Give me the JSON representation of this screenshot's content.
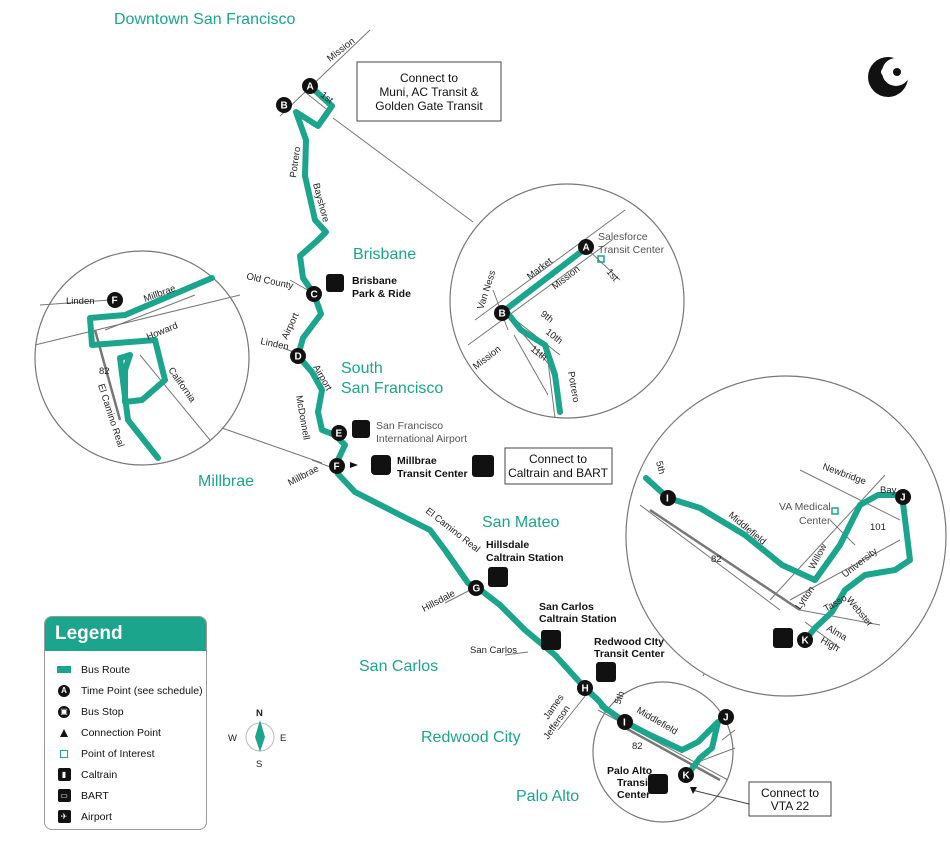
{
  "cities": {
    "sf": "Downtown San Francisco",
    "brisbane": "Brisbane",
    "ssf1": "South",
    "ssf2": "San Francisco",
    "millbrae": "Millbrae",
    "sanmateo": "San Mateo",
    "sancarlos": "San Carlos",
    "redwood": "Redwood City",
    "paloalto": "Palo Alto"
  },
  "streets": {
    "mission": "Mission",
    "first": "1st",
    "potrero": "Potrero",
    "bayshore": "Bayshore",
    "oldcounty": "Old County",
    "airport": "Airport",
    "linden": "Linden",
    "mcdonnell": "McDonnell",
    "millbrae": "Millbrae",
    "elcamino": "El Camino Real",
    "hillsdale": "Hillsdale",
    "sancarlos": "San Carlos",
    "james": "James",
    "jefferson": "Jefferson",
    "fifth": "5th",
    "middlefield": "Middlefield",
    "hwy82": "82",
    "hwy101": "101",
    "market": "Market",
    "vanness": "Van Ness",
    "ninth": "9th",
    "tenth": "10th",
    "eleventh": "11th",
    "howard": "Howard",
    "california": "California",
    "newbridge": "Newbridge",
    "bay": "Bay",
    "willow": "Willow",
    "university": "University",
    "lytton": "Lytton",
    "webster": "Webster",
    "tasso": "Tasso",
    "alma": "Alma",
    "high": "High"
  },
  "stops": {
    "c": "Brisbane Park & Ride",
    "c1": "Brisbane",
    "c2": "Park & Ride",
    "e1": "San Francisco",
    "e2": "International Airport",
    "f1": "Millbrae",
    "f2": "Transit Center",
    "g1": "Hillsdale",
    "g2": "Caltrain Station",
    "sc1": "San Carlos",
    "sc2": "Caltrain Station",
    "h1": "Redwood CIty",
    "h2": "Transit Center",
    "pa1": "Palo Alto",
    "pa2": "Transit",
    "pa3": "Center",
    "sf1": "Salesforce",
    "sf2": "Transit Center",
    "va1": "VA Medical",
    "va2": "Center"
  },
  "timepoints": [
    "A",
    "B",
    "C",
    "D",
    "E",
    "F",
    "G",
    "H",
    "I",
    "J",
    "K"
  ],
  "connect_boxes": {
    "muni": [
      "Connect to",
      "Muni, AC Transit &",
      "Golden Gate Transit"
    ],
    "caltrain": [
      "Connect to",
      "Caltrain and BART"
    ],
    "vta": [
      "Connect to",
      "VTA 22"
    ]
  },
  "compass": {
    "n": "N",
    "s": "S",
    "e": "E",
    "w": "W"
  },
  "legend": {
    "title": "Legend",
    "items": [
      {
        "key": "route",
        "label": "Bus Route"
      },
      {
        "key": "timepoint",
        "label": "Time Point (see schedule)"
      },
      {
        "key": "busstop",
        "label": "Bus Stop"
      },
      {
        "key": "connection",
        "label": "Connection Point"
      },
      {
        "key": "poi",
        "label": "Point of Interest"
      },
      {
        "key": "caltrain",
        "label": "Caltrain"
      },
      {
        "key": "bart",
        "label": "BART"
      },
      {
        "key": "airport",
        "label": "Airport"
      }
    ]
  },
  "colors": {
    "route": "#1aa58c",
    "text": "#111111",
    "road": "#777777"
  },
  "icons": [
    "bus-icon",
    "train-icon",
    "airport-icon",
    "owl-logo-icon"
  ]
}
